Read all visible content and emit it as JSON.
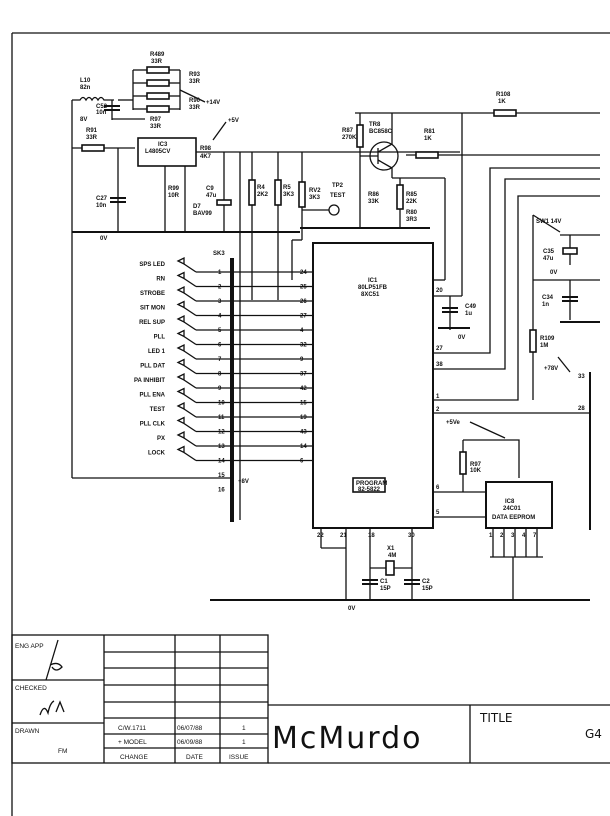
{
  "sheet": {
    "top_components": {
      "l1": "L10",
      "l1_val": "82n",
      "c_top": "C52",
      "c_top_val": "10n",
      "r_top": "R489",
      "r_top_val": "33R",
      "r_top2": "R93",
      "r_top2_val": "33R",
      "r_top3": "R90",
      "r_top3_val": "33R",
      "r_top4": "R97",
      "r_top4_val": "33R",
      "rv_note": "+14V",
      "v_label": "8V",
      "plus5": "+5V",
      "r_in": "R91",
      "r_in_val": "33R",
      "ic3": "IC3",
      "ic3_part": "L4805CV",
      "c27": "C27",
      "c27_val": "10n",
      "gnd1": "0V",
      "r98": "R98",
      "r98_val": "4K7",
      "r99": "R99",
      "r99_val": "10R",
      "c9": "C9",
      "c9_val": "47u",
      "d7": "D7",
      "d7_val": "BAV99",
      "r4": "R4",
      "r4_val": "2K2",
      "r5": "R5",
      "r5_val": "3K3",
      "rv2": "RV2",
      "rv2_val": "3K3",
      "tp2": "TP2",
      "tp2_val": "TEST",
      "r87": "R87",
      "r87_val": "270K",
      "tr8": "TR8",
      "tr8_part": "BC858C",
      "r81": "R81",
      "r81_val": "1K",
      "r86": "R86",
      "r86_val": "33K",
      "r85": "R85",
      "r85_val": "22K",
      "r80": "R80",
      "r80_val": "3R3"
    },
    "connector": {
      "ref": "SK3",
      "signals": [
        "SPS LED",
        "RN",
        "STROBE",
        "SIT MON",
        "REL SUP",
        "PLL",
        "LED 1",
        "PLL DAT",
        "PA INHIBIT",
        "PLL ENA",
        "TEST",
        "PLL CLK",
        "PX",
        "LOCK"
      ],
      "pins": [
        "1",
        "2",
        "3",
        "4",
        "5",
        "6",
        "7",
        "8",
        "9",
        "10",
        "11",
        "12",
        "13",
        "14",
        "15",
        "16"
      ],
      "supply": "+8V"
    },
    "ic1": {
      "ref": "IC1",
      "part": "80LP51FB",
      "package": "8XC51",
      "prog": "PROGRAM",
      "prog_part": "82-5822",
      "left_pins": [
        "24",
        "25",
        "26",
        "27",
        "4",
        "32",
        "9",
        "37",
        "42",
        "15",
        "19",
        "43",
        "14",
        "6"
      ],
      "right_pins": [
        "20",
        "27",
        "38",
        "1",
        "2",
        "6",
        "5"
      ],
      "bottom_pins": [
        "22",
        "21",
        "18",
        "30"
      ]
    },
    "right_components": {
      "c49": "C49",
      "c49_val": "1u",
      "gnd": "0V",
      "sw": "SW1 14V",
      "c35": "C35",
      "c35_val": "47u",
      "c_gnd": "0V",
      "c34": "C34",
      "c34_val": "1n",
      "r_mid": "R109",
      "r_mid_val": "1M",
      "sup": "+78V",
      "pin33": "33",
      "pin28": "28",
      "plus5b": "+5Ve",
      "r97": "R97",
      "r97_val": "10K",
      "ic8": "IC8",
      "ic8_part": "24C01",
      "ic8_desc": "DATA EEPROM",
      "ic8_pins": [
        "1",
        "2",
        "3",
        "4",
        "7"
      ],
      "x1": "X1",
      "x1_val": "4M",
      "c1": "C1",
      "c1_val": "15P",
      "c2": "C2",
      "c2_val": "15P",
      "gnd_bottom": "0V",
      "r_top_right": "R108",
      "r_top_right_val": "1K"
    },
    "title_block": {
      "eng_app": "ENG APP",
      "checked": "CHECKED",
      "drawn": "DRAWN",
      "drawn_by": "FM",
      "rows": [
        {
          "change": "C/W.1711",
          "date": "06/07/88",
          "issue": "1"
        },
        {
          "change": "+ MODEL",
          "date": "06/09/88",
          "issue": "1"
        }
      ],
      "col_change": "CHANGE",
      "col_date": "DATE",
      "col_issue": "ISSUE",
      "logo": "McMurdo",
      "title_label": "TITLE",
      "title_value": "G4"
    }
  }
}
